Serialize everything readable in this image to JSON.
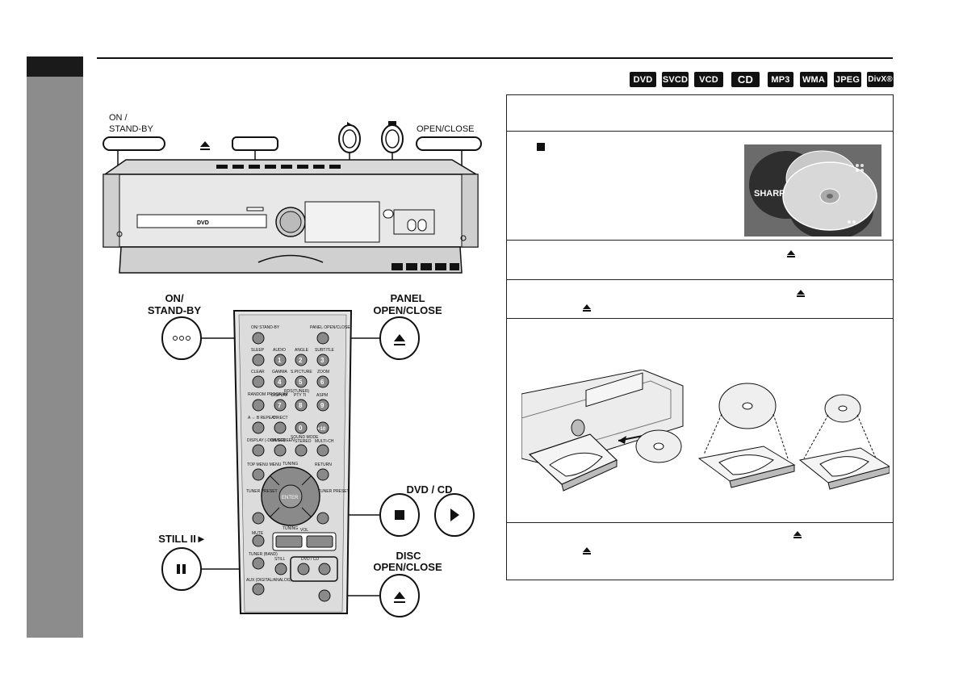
{
  "formats": [
    "DVD",
    "SVCD",
    "VCD",
    "CD",
    "MP3",
    "WMA",
    "JPEG",
    "DivX®"
  ],
  "unit_labels": {
    "on_standby": [
      "ON /",
      "STAND-BY"
    ],
    "play_icon": "play-icon",
    "stop_icon": "stop-icon",
    "open_close": "OPEN/CLOSE"
  },
  "remote_labels": {
    "on_standby": [
      "ON/",
      "STAND-BY"
    ],
    "panel_open_close": [
      "PANEL",
      "OPEN/CLOSE"
    ],
    "dvd_cd": "DVD / CD",
    "still": "STILL II►",
    "disc_open_close": [
      "DISC",
      "OPEN/CLOSE"
    ]
  },
  "remote_keys": {
    "row1": [
      "SLEEP",
      "AUDIO",
      "ANGLE",
      "SUBTITLE"
    ],
    "row2": [
      "CLEAR",
      "GAMMA",
      "S.PICTURE",
      "ZOOM"
    ],
    "rds": "RDS(TUNER)",
    "row3": [
      "RANDOM PROGRAM",
      "DISPLAY",
      "PTY TI",
      "ASPM"
    ],
    "row4": [
      "A ⇔ B REPEAT",
      "DIRECT"
    ],
    "row5": [
      "DISPLAY (-DIMMER)",
      "ON SCREEN",
      "STEREO",
      "MULTI-CH"
    ],
    "sound_mode": "SOUND MODE",
    "top_menu": "TOP MENU MENU",
    "return": "RETURN",
    "tuning": "TUNING",
    "enter": "ENTER",
    "tuner_preset": "TUNER PRESET",
    "mute": "MUTE",
    "vol": "VOL",
    "tuner_band": "TUNER (BAND)",
    "still_small": "STILL",
    "dvd_cd_small": "DVD / CD",
    "aux": "AUX (DIGITAL/ANALOG)",
    "numbers": [
      "1",
      "2",
      "3",
      "4",
      "5",
      "6",
      "7",
      "8",
      "9",
      "0",
      "+10"
    ],
    "on_standby_small": "ON/ STAND-BY",
    "panel_small": "PANEL OPEN/CLOSE"
  },
  "device_text": {
    "sharp": "SHARP",
    "dvd_logo": "DVD"
  },
  "steps": [
    {
      "id": "step1",
      "text": ""
    },
    {
      "id": "step2",
      "text": ""
    },
    {
      "id": "step3",
      "text": ""
    },
    {
      "id": "step4",
      "text": ""
    },
    {
      "id": "step5",
      "text": ""
    },
    {
      "id": "step6",
      "text": ""
    }
  ],
  "icons": {
    "eject": "eject-icon",
    "stop": "stop-icon",
    "play": "play-icon",
    "pause": "pause-icon"
  }
}
